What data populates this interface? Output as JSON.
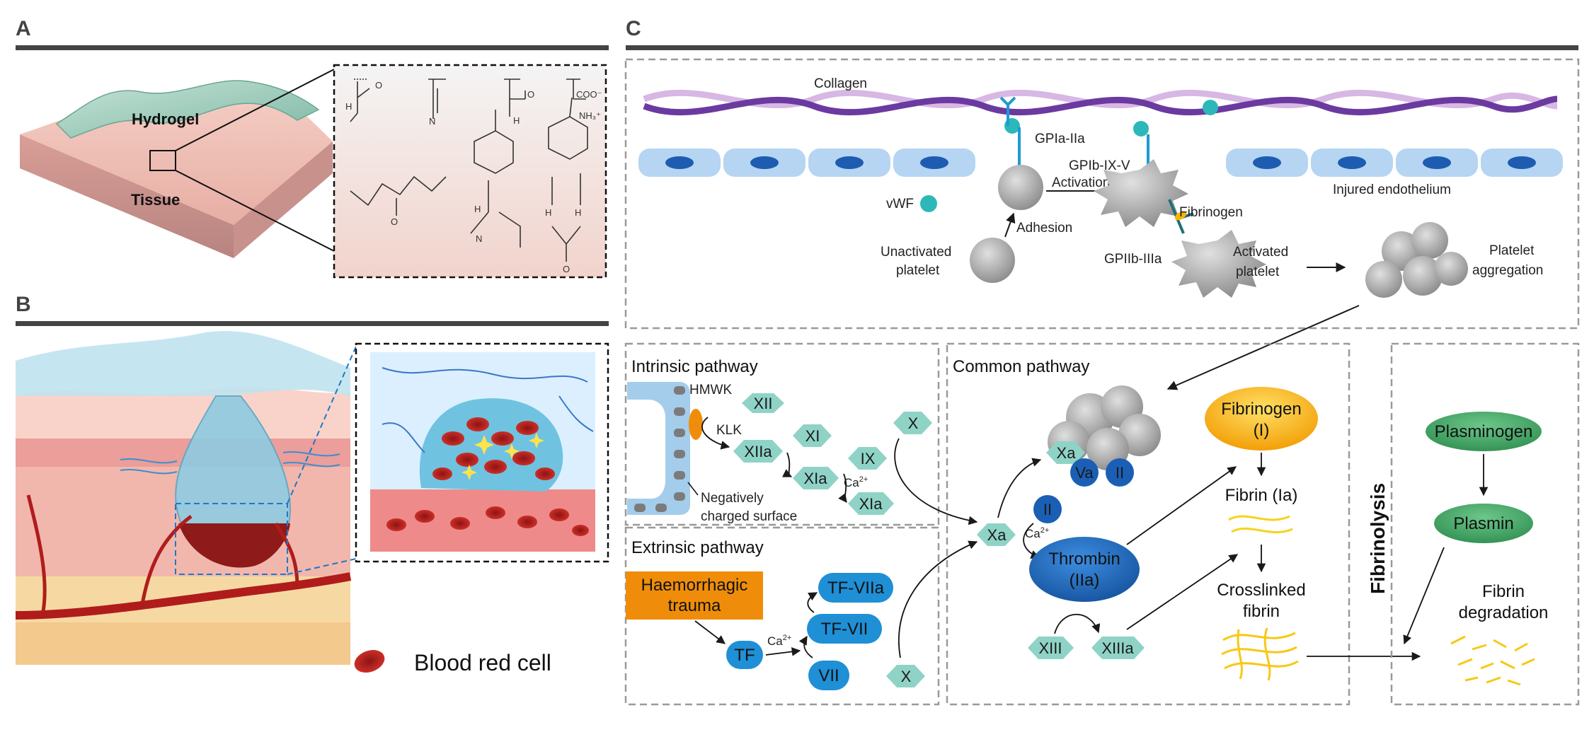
{
  "panels": {
    "a": "A",
    "b": "B",
    "c": "C"
  },
  "panel_a": {
    "hydrogel": "Hydrogel",
    "tissue": "Tissue",
    "chem": {
      "coo": "COO⁻",
      "nh3": "NH₃⁺",
      "n": "N",
      "h": "H",
      "o": "O"
    }
  },
  "panel_b": {
    "legend_label": "Blood red cell"
  },
  "platelet": {
    "collagen": "Collagen",
    "gpia": "GPIa-IIa",
    "gpib": "GPIb-IX-V",
    "activation": "Activation",
    "fibrinogen": "Fibrinogen",
    "vwf": "vWF",
    "adhesion": "Adhesion",
    "unact_1": "Unactivated",
    "unact_2": "platelet",
    "gpiib": "GPIIb-IIIa",
    "act_1": "Activated",
    "act_2": "platelet",
    "agg_1": "Platelet",
    "agg_2": "aggregation",
    "injured": "Injured endothelium"
  },
  "intrinsic": {
    "title": "Intrinsic pathway",
    "hmwk": "HMWK",
    "klk": "KLK",
    "xii": "XII",
    "xiia": "XIIa",
    "xi": "XI",
    "xia_1": "XIa",
    "ix": "IX",
    "ca": "Ca",
    "ca_sup": "2+",
    "xia_2": "XIa",
    "x": "X",
    "neg_1": "Negatively",
    "neg_2": "charged surface"
  },
  "extrinsic": {
    "title": "Extrinsic pathway",
    "trauma_1": "Haemorrhagic",
    "trauma_2": "trauma",
    "tf": "TF",
    "ca": "Ca",
    "ca_sup": "2+",
    "tf_viia": "TF-VIIa",
    "tf_vii": "TF-VII",
    "vii": "VII",
    "x": "X"
  },
  "common": {
    "title": "Common pathway",
    "xa_top": "Xa",
    "va": "Va",
    "ii_top": "II",
    "xa": "Xa",
    "ii": "II",
    "ca": "Ca",
    "ca_sup": "2+",
    "thrombin_1": "Thrombin",
    "thrombin_2": "(IIa)",
    "fibrinogen_1": "Fibrinogen",
    "fibrinogen_2": "(I)",
    "fibrin": "Fibrin (Ia)",
    "crosslinked_1": "Crosslinked",
    "crosslinked_2": "fibrin",
    "xiii": "XIII",
    "xiiia": "XIIIa"
  },
  "fibrinolysis": {
    "title": "Fibrinolysis",
    "plasminogen": "Plasminogen",
    "plasmin": "Plasmin",
    "deg_1": "Fibrin",
    "deg_2": "degradation"
  },
  "colors": {
    "hex_teal": "#8fd3c7",
    "pill_blue": "#1f8fd6",
    "trauma_orange": "#ef8d0a",
    "thrombin_blue": "#1a5fb4",
    "plasmin_green": "#3fa461",
    "fibrinogen_gold": "#f6b800",
    "fibrin_yellow": "#f7d21d"
  }
}
